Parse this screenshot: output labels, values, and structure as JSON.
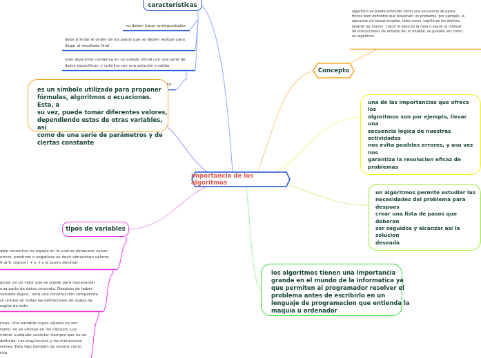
{
  "central": {
    "label": "Importancia de los algoritmos",
    "border_color": "#1a4fd6",
    "text_color": "#e05a4e"
  },
  "caracteristicas": {
    "label": "caracteristicas",
    "color": "#1a4fd6",
    "items": [
      "no deben hacer ambiguedades",
      "debe brindar el orden de los pasos que se deben realizar para",
      "llegar al resultado final",
      "todo algoritmo comienza en un estado inicial con una serie de",
      "datos específicos, y culmina con una solución o salida",
      "ta."
    ]
  },
  "variable_box": {
    "lines": [
      "es un símbolo utilizado para proponer",
      "fórmulas, algoritmos o ecuaciones. Esta, a",
      "su vez, puede tomar diferentes valores,",
      "dependiendo estos de otras variables, así",
      "como de una serie de parámetros y de",
      "ciertas constante"
    ],
    "color": "#f5a623"
  },
  "concepto": {
    "label": "Concepto",
    "color": "#f5a623",
    "text_lines": [
      "algoritmo se puede entender como una secuencia de pasos",
      "finitos bien definidos que resuelven un problema. por ejemplo, la",
      "ejecusion de tareas simples, tales como, cepillarse los dientes,",
      "lavarse las manos , hacer el aseo en la casa o seguir el manual",
      "de instrucciones de armado de un mueble, se pueden ver como",
      "un algoritmo"
    ]
  },
  "importancia_yellow": {
    "color": "#f2f200",
    "lines": [
      "una  de las importancias  que ofrece los",
      "algoritmos son por ejemplo, llevar una",
      "secuencia logica de nuestras actividades",
      "nos evita posibles errores, y asu vez nos",
      "garantiza la resolucion eficaz de problemas"
    ]
  },
  "estudiar_box": {
    "color": "#99ee33",
    "lines": [
      "un algoritmos permite estudiar las",
      "necesidades del problema para despues",
      "crear una lista de pasos que deberan",
      "ser seguidos y alcanzar asi la solucion",
      "deseada"
    ]
  },
  "informatica_box": {
    "color": "#33dd33",
    "lines": [
      "los algoritmos tienen una importancia",
      "grande en el mundo de la informatica ya",
      "que permiten al programador resolver el",
      "problema antes de escribirlo en un",
      "lenguaje de programacion que entienda la",
      "maquia u ordenador"
    ]
  },
  "tipos": {
    "label": "tipos de variables",
    "color": "#ee33ee",
    "numerica": [
      "able numerica: es aquela en la cual se almacena valore",
      "ericos, positivos o negativos es decir almacenan valores",
      "0 al 9, signos ( + y -) y el punro decimal"
    ],
    "logicas": [
      "gicas:  es un valor que se puede para representar",
      " una parte de datos concreta. Después de haber",
      " variable lógica , será una construcción compartida",
      "rá utilizar en todas las definiciones de reglas de",
      "reglas de dato"
    ],
    "textual": [
      "ricas: Una variable cuyos valores no son",
      " tanto, no se utilizan en los cálculos. Los",
      "ntener cualquier carácter siempre que no se",
      " definida. Las mayúsculas y las minúsculas",
      "rentes. Este tipo también se conoce como",
      "rica"
    ]
  }
}
